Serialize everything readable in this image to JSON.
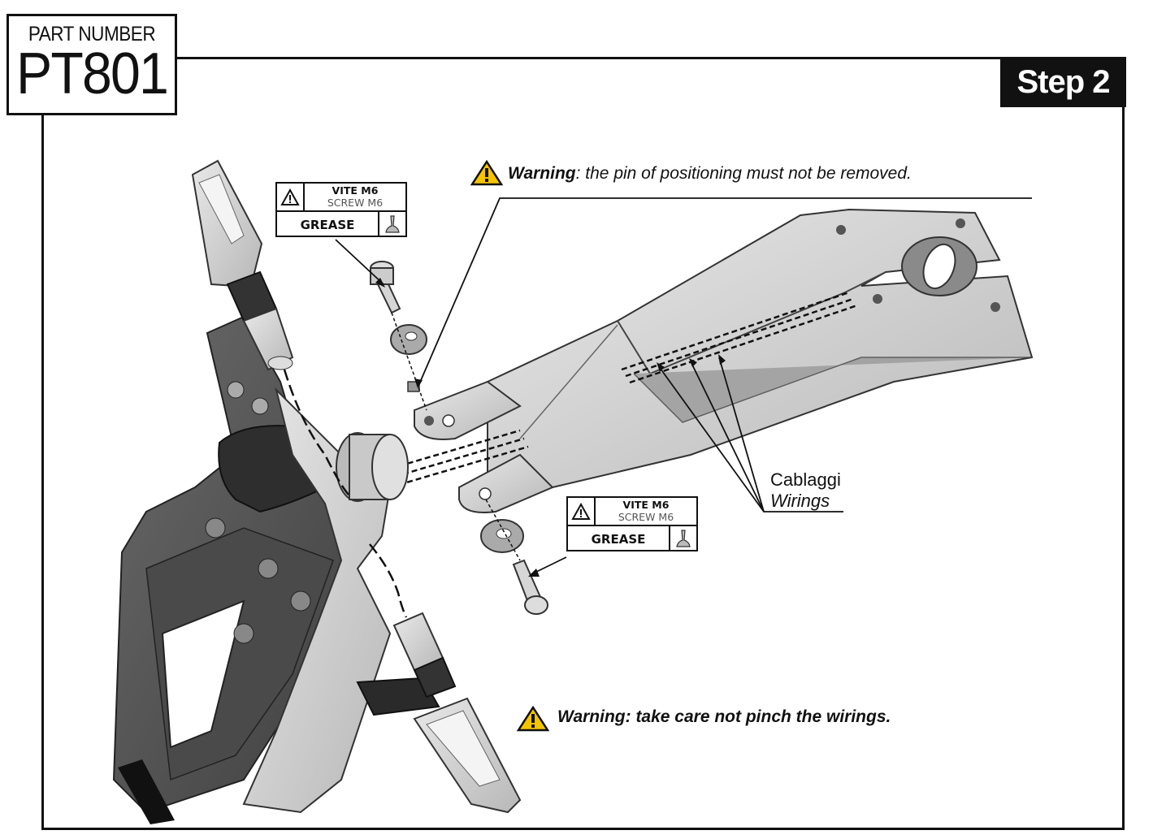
{
  "part": {
    "label": "PART NUMBER",
    "number": "PT801"
  },
  "step": {
    "label": "Step 2"
  },
  "warnings": {
    "pin": {
      "bold": "Warning",
      "rest": ": the pin of positioning must not be removed."
    },
    "wirings": {
      "text": "Warning: take care not pinch the wirings."
    }
  },
  "wirings_label": {
    "it": "Cablaggi",
    "en": "Wirings"
  },
  "spec_boxes": [
    {
      "it": "VITE M6",
      "en": "SCREW M6",
      "grease": "GREASE"
    },
    {
      "it": "VITE M6",
      "en": "SCREW M6",
      "grease": "GREASE"
    }
  ],
  "icons": {
    "warning": "warning-triangle-icon",
    "grease": "grease-tube-icon"
  },
  "colors": {
    "warning_fill": "#f5c400",
    "dark_part": "#5a5a5a",
    "light_part": "#c9c9c9"
  }
}
